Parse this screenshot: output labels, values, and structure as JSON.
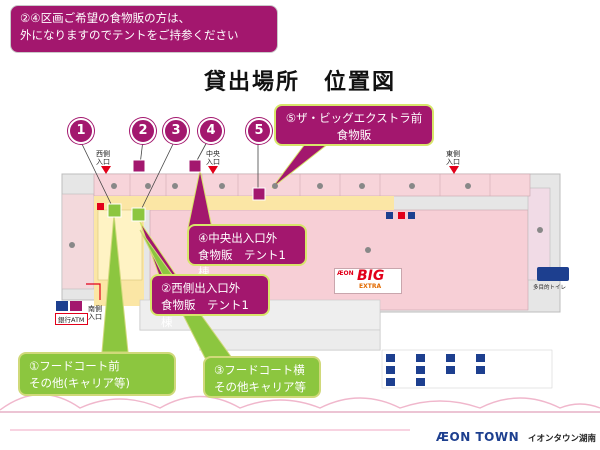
{
  "top_note": {
    "line1": "②④区画ご希望の食物販の方は、",
    "line2": "外になりますのでテントをご持参ください"
  },
  "title": "貸出場所　位置図",
  "markers": [
    "1",
    "2",
    "3",
    "4",
    "5"
  ],
  "callouts": {
    "c5": {
      "line1": "⑤ザ・ビッグエクストラ前",
      "line2": "食物販"
    },
    "c4": {
      "line1": "④中央出入口外",
      "line2": "食物販　テント1 棟"
    },
    "c2": {
      "line1": "②西側出入口外",
      "line2": "食物販　テント1 棟"
    },
    "c1": {
      "line1": "①フードコート前",
      "line2": "その他(キャリア等)"
    },
    "c3": {
      "line1": "③フードコート横",
      "line2": "その他キャリア等"
    }
  },
  "entrances": {
    "west": "西側\n入口",
    "center": "中央\n入口",
    "east": "東側\n入口",
    "south": "南側\n入口"
  },
  "store_logo": {
    "big": "BIG",
    "extra": "EXTRA",
    "aeon": "ÆON"
  },
  "atm_label": "銀行ATM",
  "toilet_label": "多目的トイレ",
  "footer": {
    "aeon_town": "ÆON TOWN",
    "aeon_town_jp": "イオンタウン湖南"
  },
  "colors": {
    "magenta": "#a3176e",
    "green": "#8cc63f",
    "mall_pink": "#f7cfd6",
    "corridor": "#fbe6a5",
    "aeon_blue": "#1d3f8f"
  }
}
